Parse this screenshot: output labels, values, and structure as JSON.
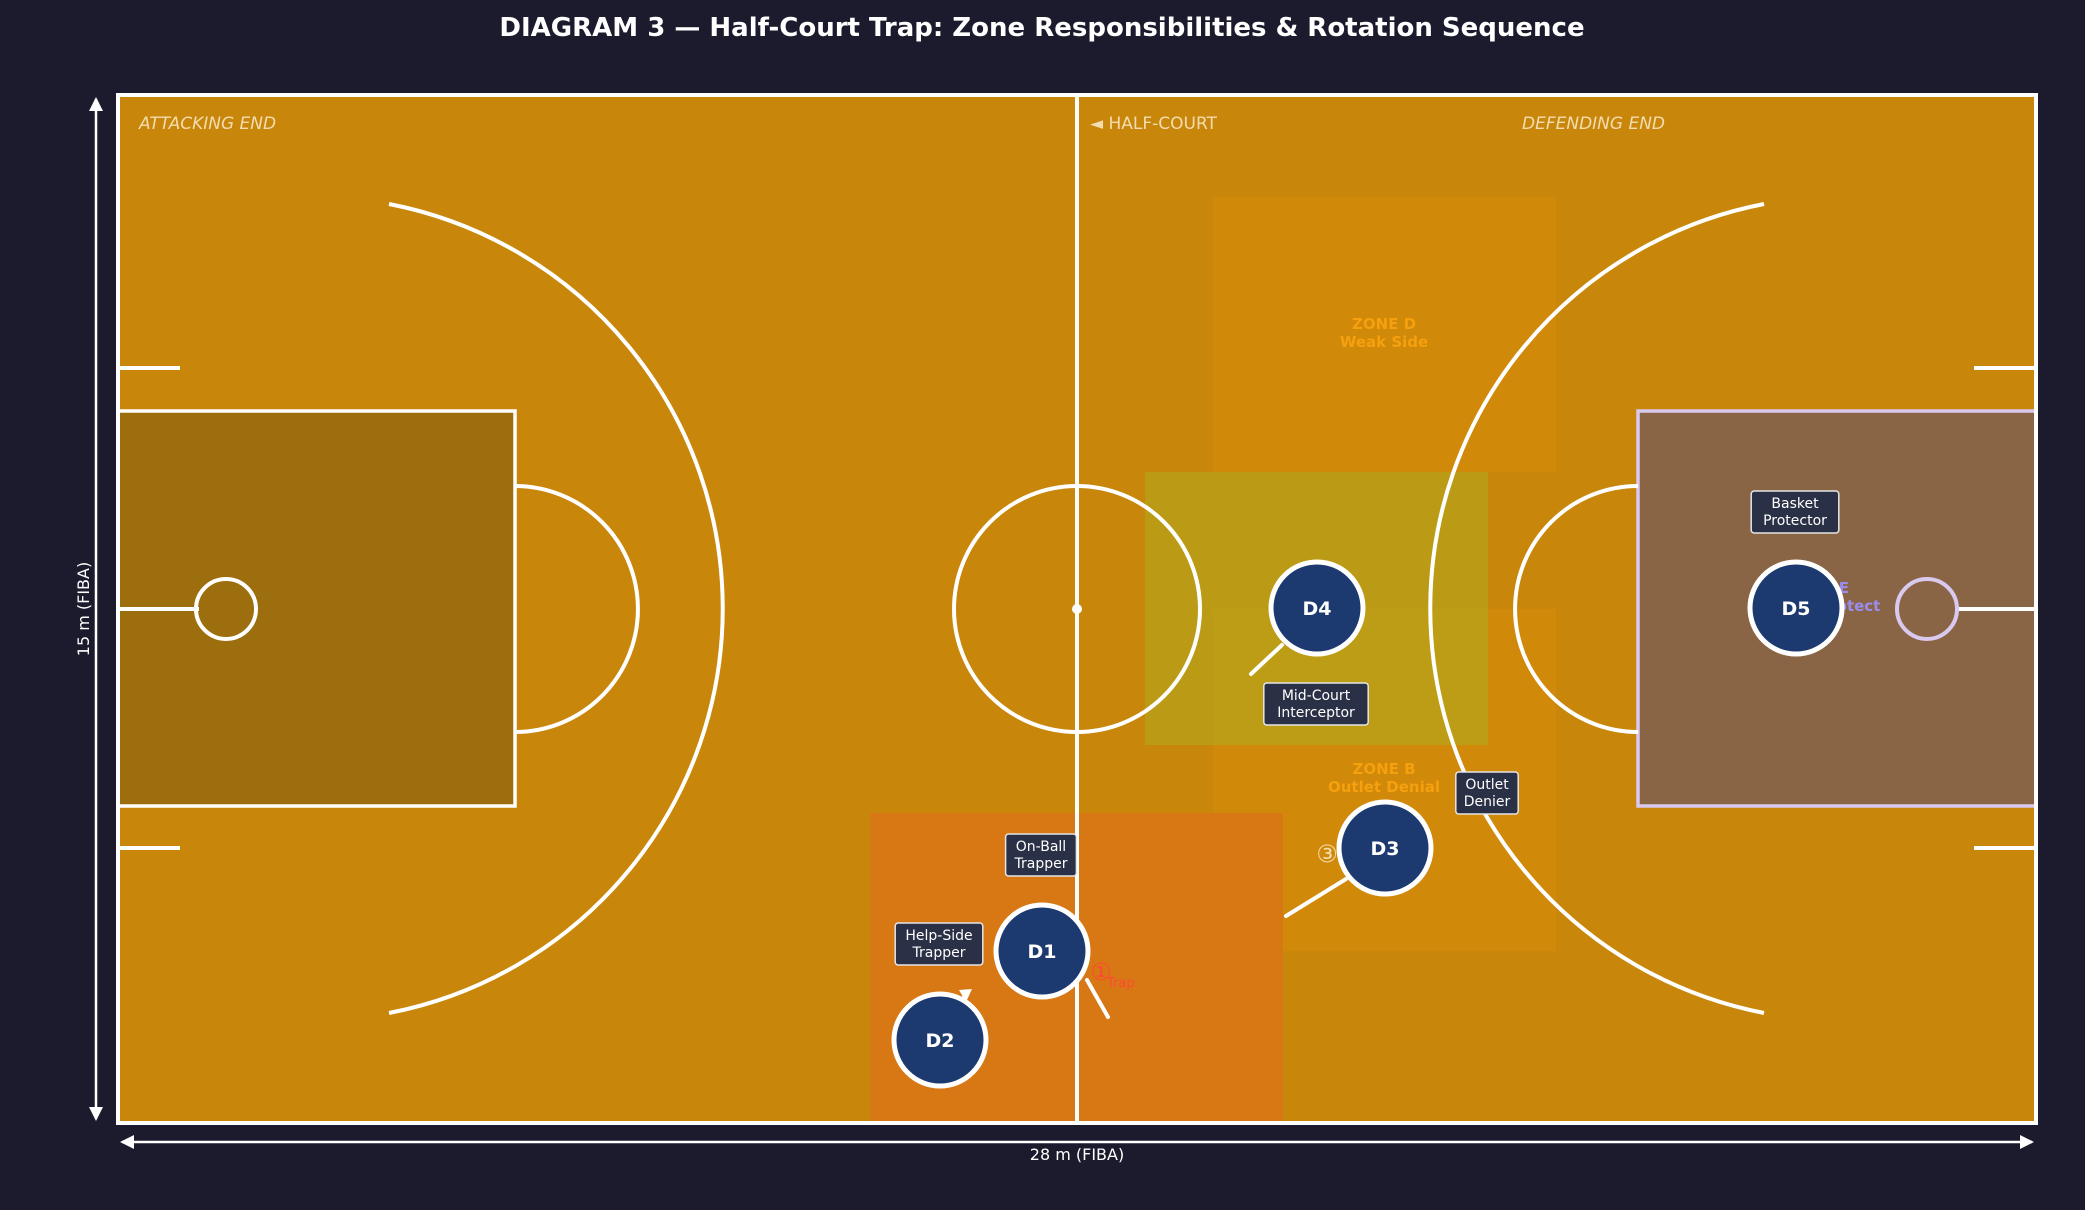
{
  "title": "DIAGRAM 3 — Half-Court Trap: Zone Responsibilities & Rotation Sequence",
  "court": {
    "attacking_end_label": "ATTACKING END",
    "half_court_label": "◄ HALF-COURT",
    "defending_end_label": "DEFENDING END",
    "width_label": "28 m (FIBA)",
    "height_label": "15 m (FIBA)",
    "colors": {
      "background": "#1b1b2d",
      "floor": "#c8860a",
      "paint_attacking": "#9d6e0d",
      "paint_defending": "#8a6545",
      "lines": "#ffffff",
      "player_fill": "#1d3a70"
    }
  },
  "zones": [
    {
      "id": "D",
      "title": "ZONE D",
      "subtitle": "Weak Side"
    },
    {
      "id": "B",
      "title": "ZONE B",
      "subtitle": "Outlet Denial"
    },
    {
      "id": "E",
      "title": "ZONE E",
      "subtitle": "Basket Protect"
    }
  ],
  "players": [
    {
      "id": "D1",
      "role": "On-Ball\nTrapper"
    },
    {
      "id": "D2",
      "role": "Help-Side\nTrapper"
    },
    {
      "id": "D3",
      "role": "Outlet\nDenier"
    },
    {
      "id": "D4",
      "role": "Mid-Court\nInterceptor"
    },
    {
      "id": "D5",
      "role": "Basket\nProtector"
    }
  ],
  "sequence_markers": [
    {
      "number": "1",
      "glyph": "①",
      "text": "Trap"
    },
    {
      "number": "3",
      "glyph": "③",
      "text": ""
    }
  ]
}
